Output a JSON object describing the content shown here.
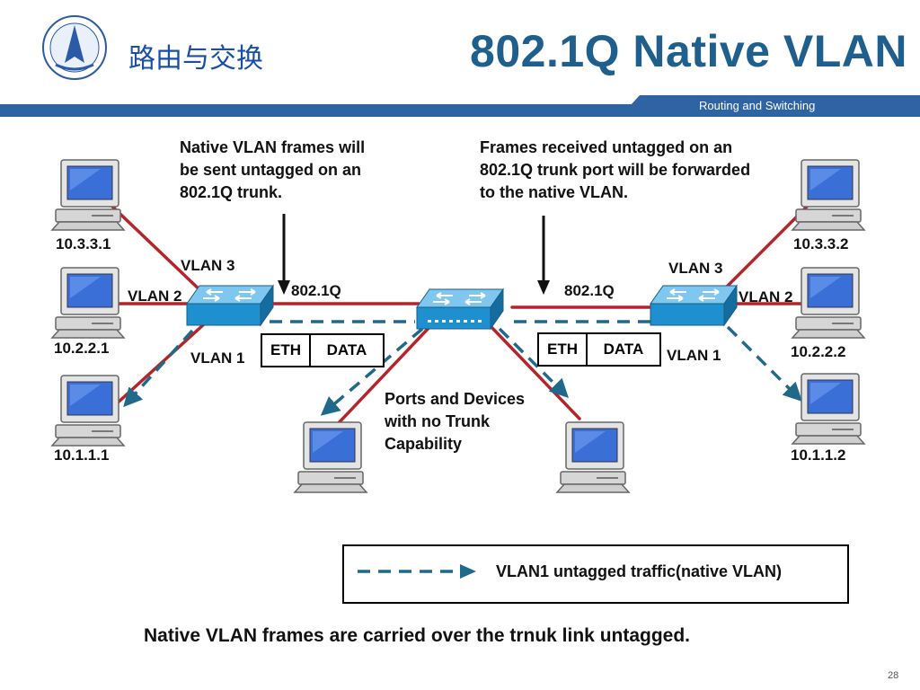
{
  "header": {
    "cn_title": "路由与交换",
    "title": "802.1Q Native VLAN",
    "subtitle": "Routing and Switching"
  },
  "notes": {
    "left": "Native VLAN frames will\nbe sent untagged on an\n802.1Q trunk.",
    "right": "Frames received untagged on an\n802.1Q trunk port will be forwarded\nto the native VLAN.",
    "middle": "Ports and Devices\nwith no Trunk\nCapability"
  },
  "hosts": {
    "left_top": "10.3.3.1",
    "left_mid": "10.2.2.1",
    "left_bot": "10.1.1.1",
    "right_top": "10.3.3.2",
    "right_mid": "10.2.2.2",
    "right_bot": "10.1.1.2"
  },
  "vlan_labels": {
    "left_vlan3": "VLAN 3",
    "left_vlan2": "VLAN 2",
    "left_vlan1": "VLAN 1",
    "right_vlan3": "VLAN 3",
    "right_vlan2": "VLAN 2",
    "right_vlan1": "VLAN 1"
  },
  "trunk_labels": {
    "left": "802.1Q",
    "right": "802.1Q"
  },
  "frames": {
    "left": {
      "eth": "ETH",
      "data": "DATA"
    },
    "right": {
      "eth": "ETH",
      "data": "DATA"
    }
  },
  "legend": {
    "text": "VLAN1 untagged traffic(native VLAN)"
  },
  "caption": "Native VLAN frames are carried over the trnuk link untagged.",
  "page_number": "28",
  "colors": {
    "link": "#b3242b",
    "native": "#1f6a8a",
    "switch": "#1e8fcf",
    "banner": "#2f64a4"
  }
}
